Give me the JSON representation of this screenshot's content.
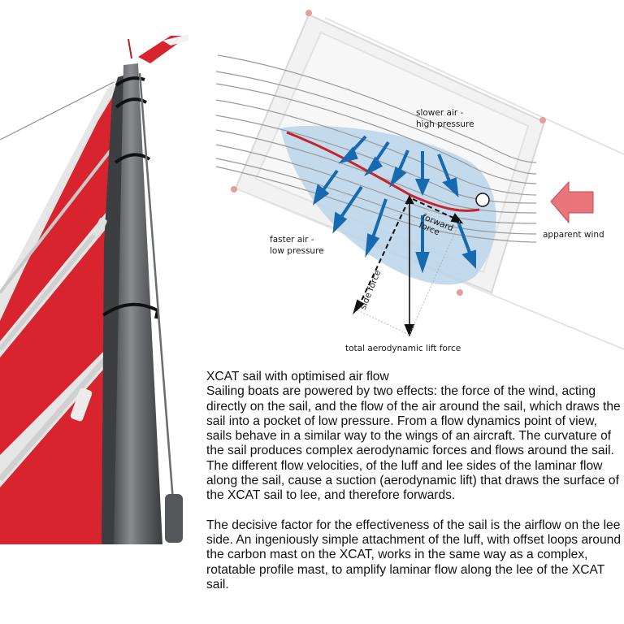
{
  "photo": {
    "subject": "XCAT carbon mast with red and white sail, viewed from below",
    "colors": {
      "sail_red": "#d8242e",
      "sail_white": "#e9e9e9",
      "luff_pocket": "#3d3e42",
      "mast": "#5b5d60",
      "sky": "#ffffff"
    }
  },
  "diagram": {
    "labels": {
      "slower_air": [
        "slower air -",
        "high pressure"
      ],
      "faster_air": [
        "faster air -",
        "low pressure"
      ],
      "apparent_wind": "apparent wind",
      "forward_force": [
        "forward",
        "force"
      ],
      "side_force": "side force",
      "total_lift": "total aerodynamic lift force"
    },
    "colors": {
      "pressure_zone": "#b9d5ea",
      "sail_curve": "#c8232c",
      "force_arrows": "#1769b0",
      "wind_arrow": "#e8767a",
      "streamlines": "#9a9a9a"
    }
  },
  "article": {
    "title": "XCAT sail with optimised air flow",
    "paragraph1": "Sailing boats are powered by two effects: the force of the wind, acting directly on the sail, and the flow of the air around the sail, which draws the sail into a pocket of low pressure. From a flow dynamics point of view, sails behave in a similar way to the wings of an aircraft. The curvature of the sail produces complex aerodynamic forces and flows around the sail. The different flow velocities, of the luff and lee sides of the laminar flow along the sail, cause a suction (aerodynamic lift) that draws the surface of the XCAT sail to lee, and therefore forwards.",
    "paragraph2": "The decisive factor for the effectiveness of the sail is the airflow on the lee side. An ingeniously simple attachment of the luff, with offset loops around the carbon mast on the XCAT, works in the same way as a complex, rotatable profile mast, to amplify laminar flow along the lee of the XCAT sail."
  }
}
